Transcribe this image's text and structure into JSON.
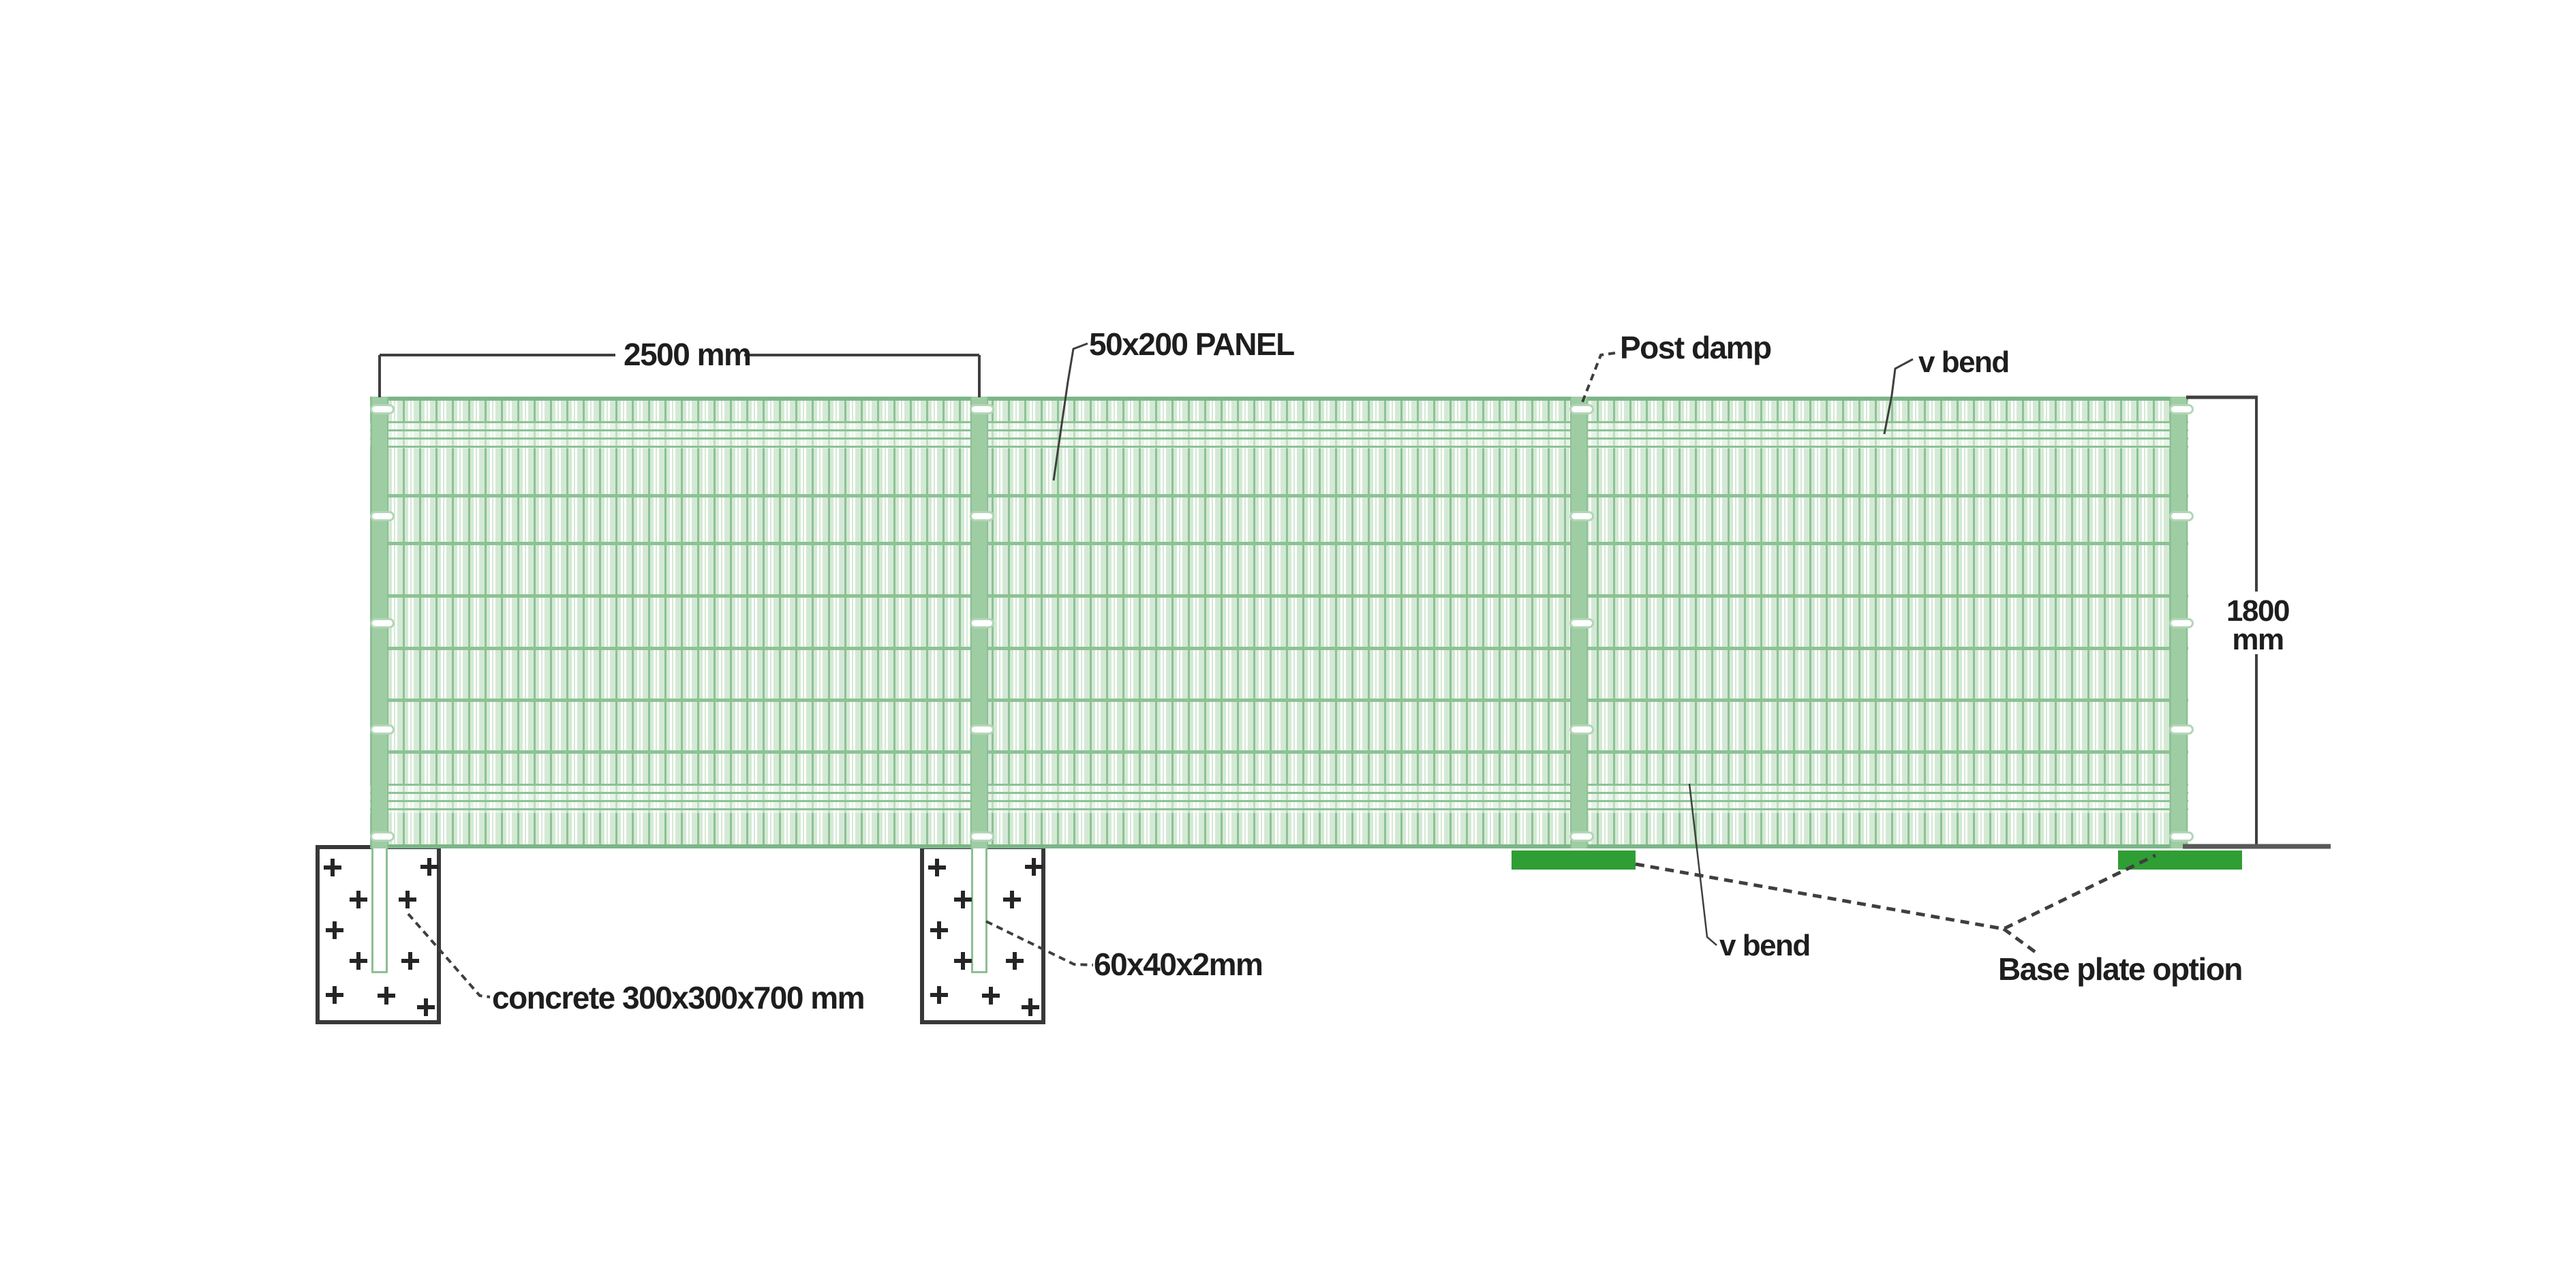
{
  "diagram": {
    "labels": {
      "panel_width": "2500 mm",
      "panel_type": "50x200 PANEL",
      "post_clamp": "Post damp",
      "v_bend_top": "v bend",
      "panel_height": "1800\nmm",
      "concrete": "concrete 300x300x700 mm",
      "post_size": "60x40x2mm",
      "v_bend_bottom": "v bend",
      "base_plate": "Base plate option"
    },
    "colors": {
      "mesh_green": "#8cc294",
      "mesh_fill": "#d4e9d5",
      "post_green": "#9fcda3",
      "base_plate_green": "#2f9e35",
      "concrete_outline": "#383838",
      "line_color": "#3f3f3f",
      "ground_color": "#595959",
      "text_color": "#1e1e1e"
    }
  }
}
